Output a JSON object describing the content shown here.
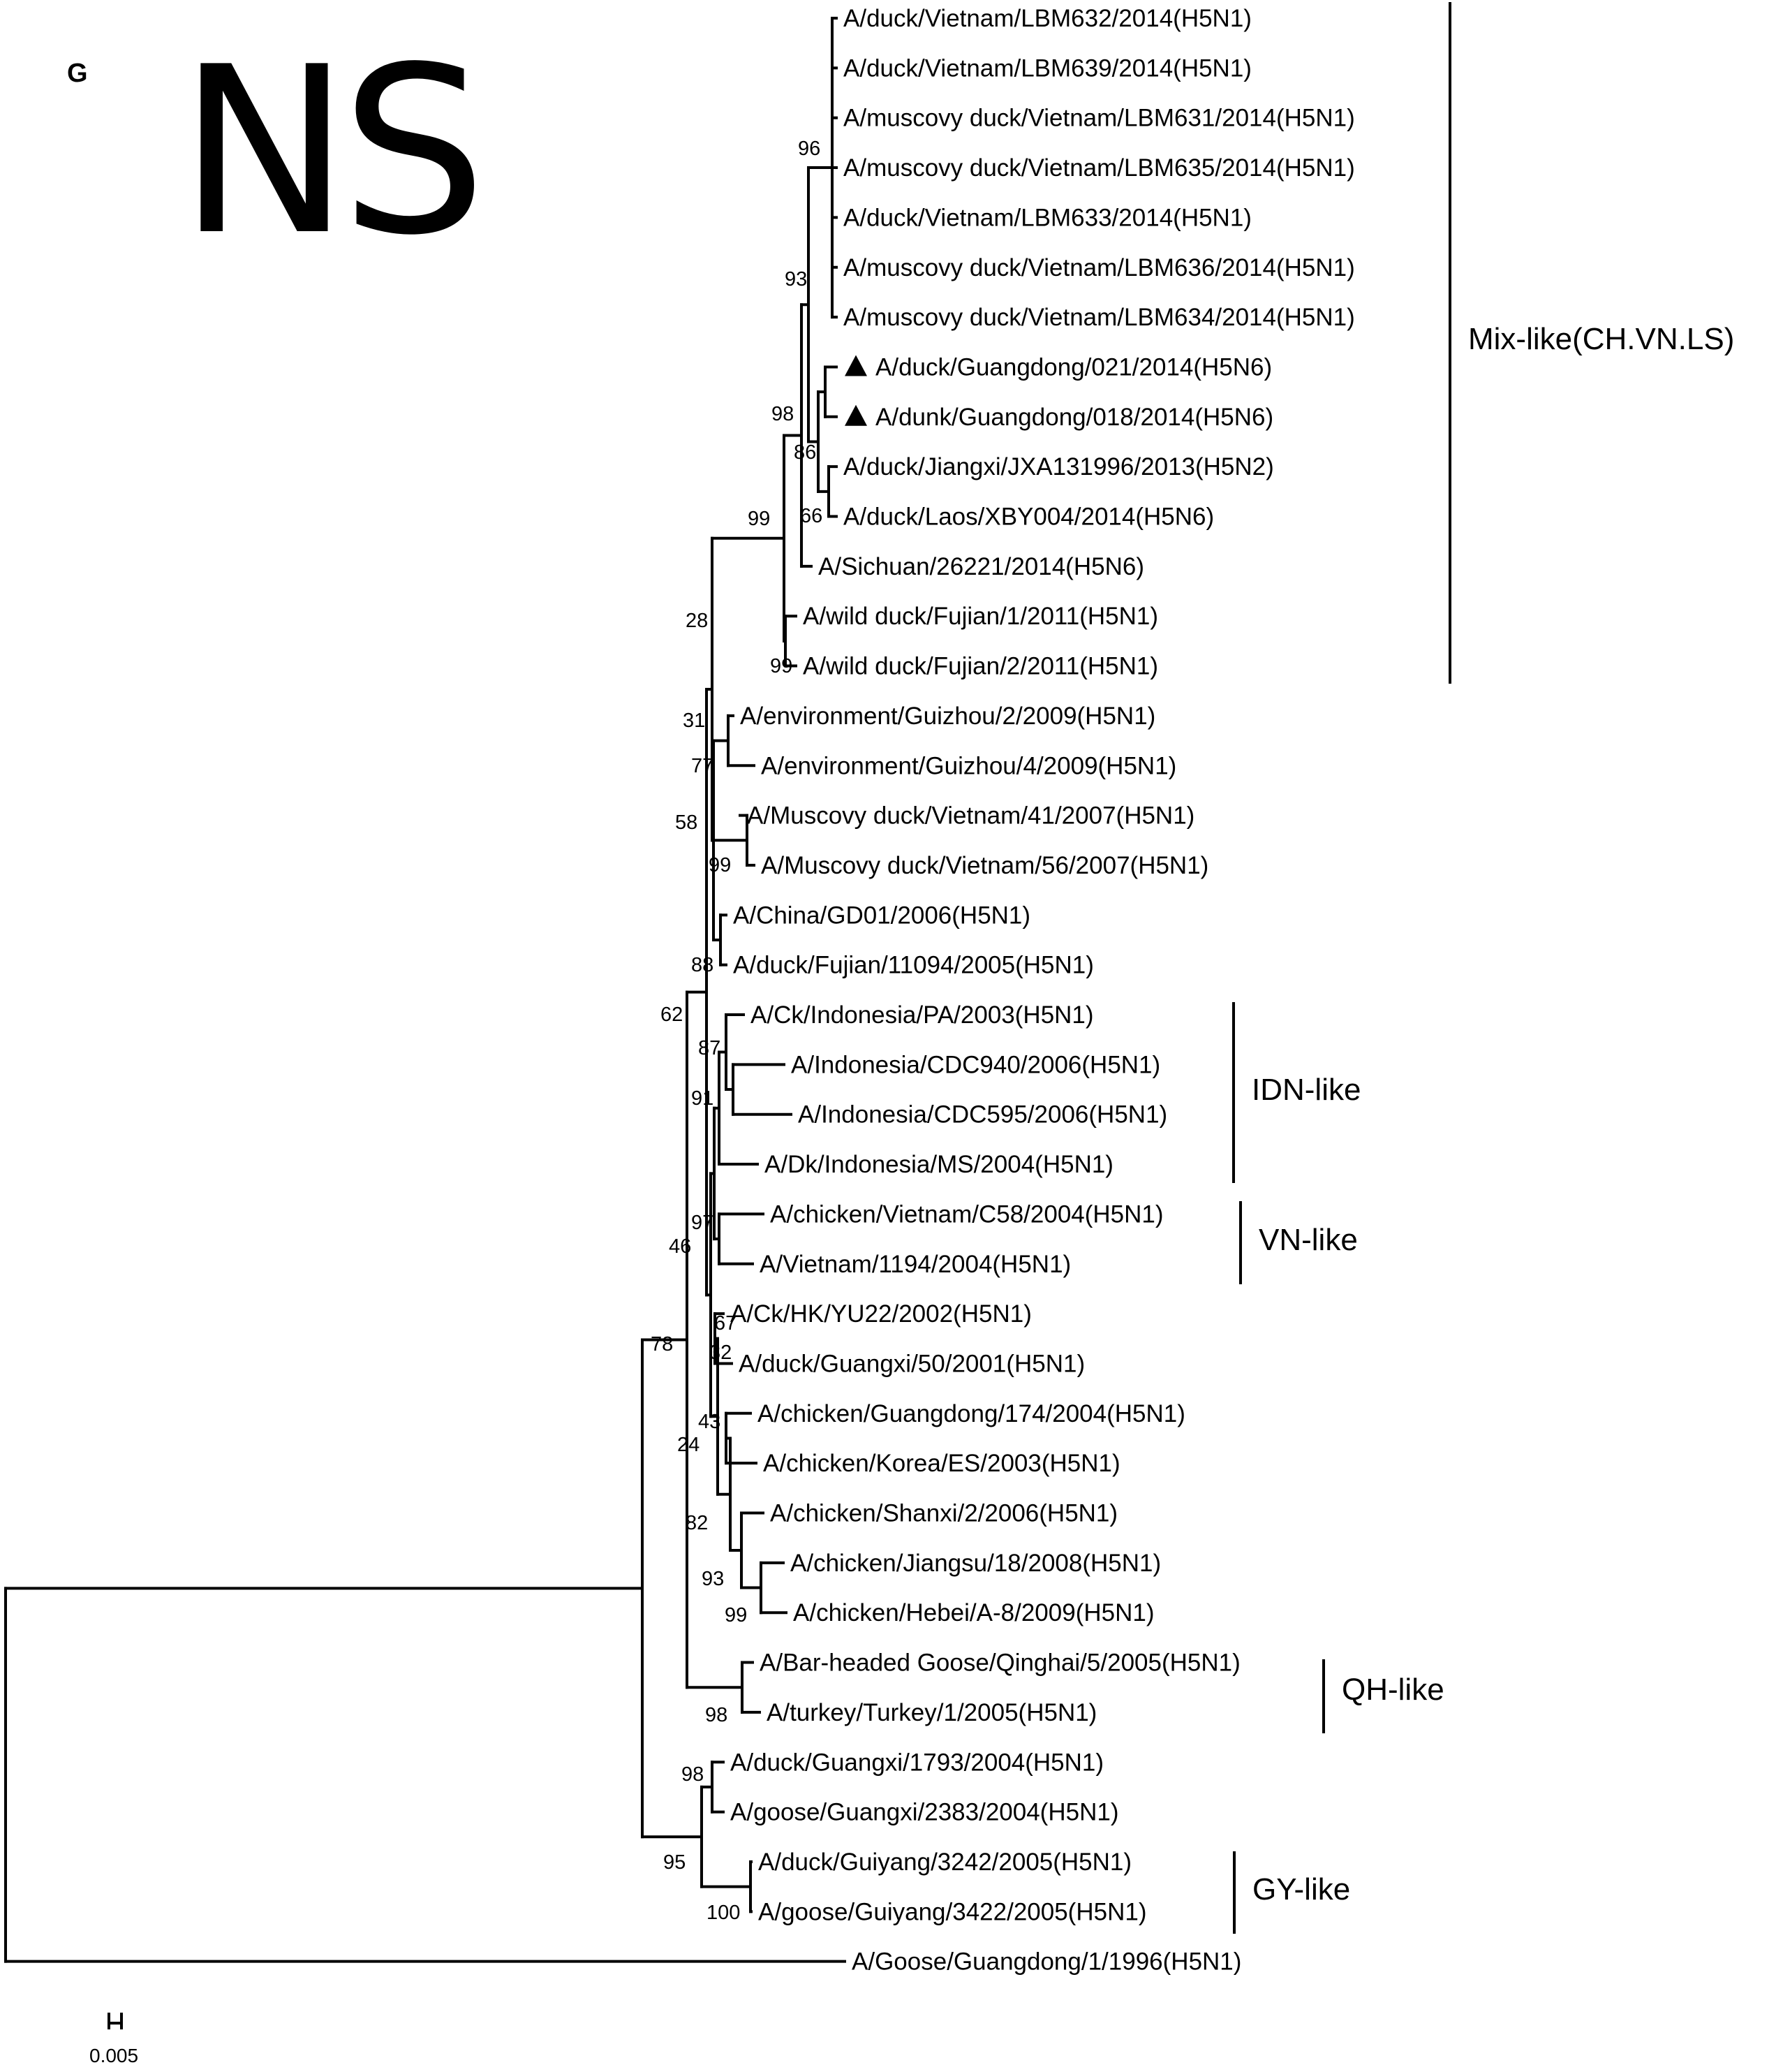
{
  "figure": {
    "panel_letter": "G",
    "gene_title": "NS",
    "scale_bar_label": "0.005",
    "marker_glyph": "▲"
  },
  "taxa": [
    {
      "id": "t1",
      "label": "A/duck/Vietnam/LBM632/2014(H5N1)"
    },
    {
      "id": "t2",
      "label": "A/duck/Vietnam/LBM639/2014(H5N1)"
    },
    {
      "id": "t3",
      "label": "A/muscovy duck/Vietnam/LBM631/2014(H5N1)"
    },
    {
      "id": "t4",
      "label": "A/muscovy duck/Vietnam/LBM635/2014(H5N1)"
    },
    {
      "id": "t5",
      "label": "A/duck/Vietnam/LBM633/2014(H5N1)"
    },
    {
      "id": "t6",
      "label": "A/muscovy duck/Vietnam/LBM636/2014(H5N1)"
    },
    {
      "id": "t7",
      "label": "A/muscovy duck/Vietnam/LBM634/2014(H5N1)"
    },
    {
      "id": "t8",
      "label": "A/duck/Guangdong/021/2014(H5N6)",
      "marked": true
    },
    {
      "id": "t9",
      "label": "A/dunk/Guangdong/018/2014(H5N6)",
      "marked": true
    },
    {
      "id": "t10",
      "label": "A/duck/Jiangxi/JXA131996/2013(H5N2)"
    },
    {
      "id": "t11",
      "label": "A/duck/Laos/XBY004/2014(H5N6)"
    },
    {
      "id": "t12",
      "label": "A/Sichuan/26221/2014(H5N6)"
    },
    {
      "id": "t13",
      "label": "A/wild duck/Fujian/1/2011(H5N1)"
    },
    {
      "id": "t14",
      "label": "A/wild duck/Fujian/2/2011(H5N1)"
    },
    {
      "id": "t15",
      "label": "A/environment/Guizhou/2/2009(H5N1)"
    },
    {
      "id": "t16",
      "label": "A/environment/Guizhou/4/2009(H5N1)"
    },
    {
      "id": "t17",
      "label": "A/Muscovy duck/Vietnam/41/2007(H5N1)"
    },
    {
      "id": "t18",
      "label": "A/Muscovy duck/Vietnam/56/2007(H5N1)"
    },
    {
      "id": "t19",
      "label": "A/China/GD01/2006(H5N1)"
    },
    {
      "id": "t20",
      "label": "A/duck/Fujian/11094/2005(H5N1)"
    },
    {
      "id": "t21",
      "label": "A/Ck/Indonesia/PA/2003(H5N1)"
    },
    {
      "id": "t22",
      "label": "A/Indonesia/CDC940/2006(H5N1)"
    },
    {
      "id": "t23",
      "label": "A/Indonesia/CDC595/2006(H5N1)"
    },
    {
      "id": "t24",
      "label": "A/Dk/Indonesia/MS/2004(H5N1)"
    },
    {
      "id": "t25",
      "label": "A/chicken/Vietnam/C58/2004(H5N1)"
    },
    {
      "id": "t26",
      "label": "A/Vietnam/1194/2004(H5N1)"
    },
    {
      "id": "t27",
      "label": "A/Ck/HK/YU22/2002(H5N1)"
    },
    {
      "id": "t28",
      "label": "A/duck/Guangxi/50/2001(H5N1)"
    },
    {
      "id": "t29",
      "label": "A/chicken/Guangdong/174/2004(H5N1)"
    },
    {
      "id": "t30",
      "label": "A/chicken/Korea/ES/2003(H5N1)"
    },
    {
      "id": "t31",
      "label": "A/chicken/Shanxi/2/2006(H5N1)"
    },
    {
      "id": "t32",
      "label": "A/chicken/Jiangsu/18/2008(H5N1)"
    },
    {
      "id": "t33",
      "label": "A/chicken/Hebei/A-8/2009(H5N1)"
    },
    {
      "id": "t34",
      "label": "A/Bar-headed Goose/Qinghai/5/2005(H5N1)"
    },
    {
      "id": "t35",
      "label": "A/turkey/Turkey/1/2005(H5N1)"
    },
    {
      "id": "t36",
      "label": "A/duck/Guangxi/1793/2004(H5N1)"
    },
    {
      "id": "t37",
      "label": "A/goose/Guangxi/2383/2004(H5N1)"
    },
    {
      "id": "t38",
      "label": "A/duck/Guiyang/3242/2005(H5N1)"
    },
    {
      "id": "t39",
      "label": "A/goose/Guiyang/3422/2005(H5N1)"
    },
    {
      "id": "t40",
      "label": "A/Goose/Guangdong/1/1996(H5N1)"
    }
  ],
  "bootstrap_values": [
    "96",
    "93",
    "98",
    "86",
    "66",
    "99",
    "28",
    "99",
    "31",
    "77",
    "58",
    "99",
    "88",
    "62",
    "87",
    "91",
    "97",
    "46",
    "67",
    "32",
    "78",
    "43",
    "24",
    "82",
    "93",
    "99",
    "98",
    "98",
    "95",
    "100"
  ],
  "clades": [
    {
      "id": "c1",
      "label": "Mix-like(CH.VN.LS)"
    },
    {
      "id": "c2",
      "label": "IDN-like"
    },
    {
      "id": "c3",
      "label": "VN-like"
    },
    {
      "id": "c4",
      "label": "QH-like"
    },
    {
      "id": "c5",
      "label": "GY-like"
    }
  ]
}
